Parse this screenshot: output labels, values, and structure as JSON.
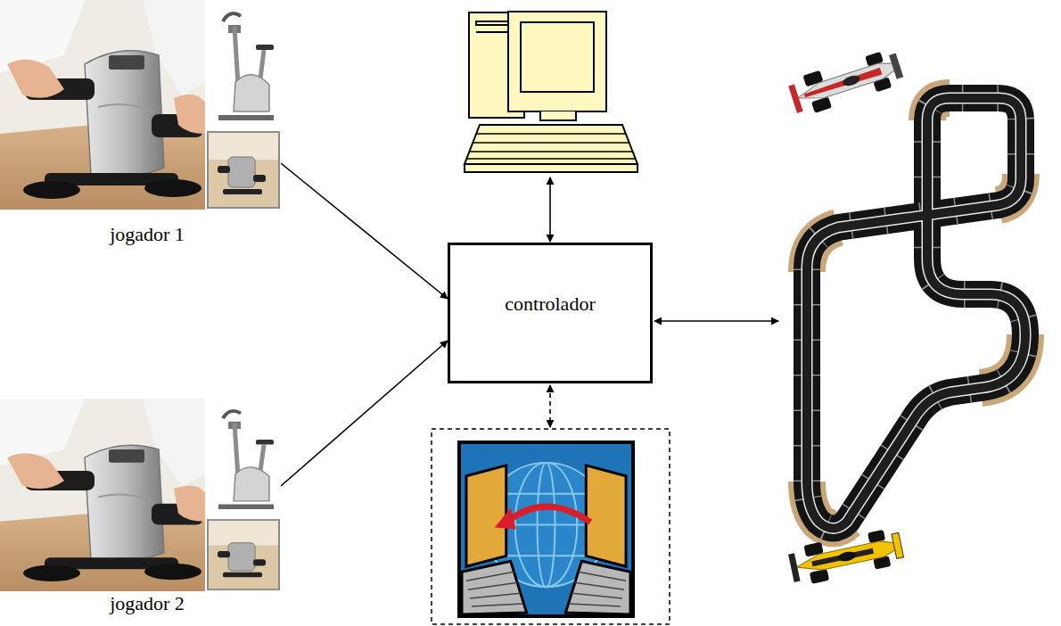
{
  "diagram": {
    "nodes": [
      {
        "text": [
          "jogador 1"
        ]
      },
      {
        "text": [
          "controlador"
        ]
      },
      {
        "text": [
          "jogador 2"
        ]
      }
    ],
    "edges": [
      {
        "from": 0,
        "to": 1,
        "arrow": "to"
      },
      {
        "from": 2,
        "to": 1,
        "arrow": "to"
      }
    ]
  }
}
